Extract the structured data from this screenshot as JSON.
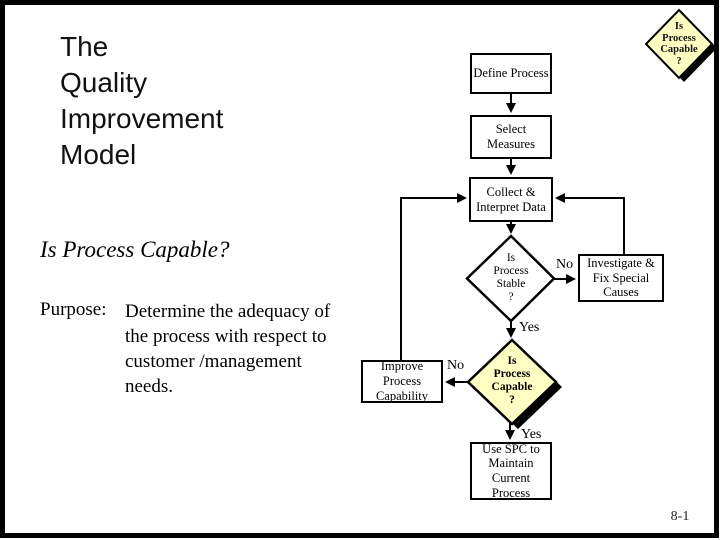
{
  "slide": {
    "title_lines": [
      "The",
      "Quality",
      "Improvement",
      "Model"
    ],
    "subtitle": "Is Process Capable?",
    "purpose_label": "Purpose:",
    "purpose_lines": [
      "Determine the adequacy of",
      "the process with respect to",
      "customer /management",
      "needs."
    ],
    "page_number": "8-1"
  },
  "logo_diamond": {
    "label": "Is\nProcess\nCapable\n?"
  },
  "flowchart": {
    "nodes": {
      "define": {
        "label": "Define Process"
      },
      "select": {
        "label": "Select\nMeasures"
      },
      "collect": {
        "label": "Collect &\nInterpret Data"
      },
      "stable": {
        "label": "Is\nProcess\nStable\n?"
      },
      "investigate": {
        "label": "Investigate &\nFix Special\nCauses"
      },
      "improve": {
        "label": "Improve\nProcess\nCapability"
      },
      "capable": {
        "label": "Is\nProcess\nCapable\n?"
      },
      "spc": {
        "label": "Use SPC to\nMaintain\nCurrent\nProcess"
      }
    },
    "edge_labels": {
      "stable_no": "No",
      "stable_yes": "Yes",
      "capable_no": "No",
      "capable_yes": "Yes"
    }
  },
  "colors": {
    "diamond_fill": "#FFFFC4",
    "shadow": "#000000",
    "line": "#000000",
    "box_fill": "#FFFFFF"
  }
}
